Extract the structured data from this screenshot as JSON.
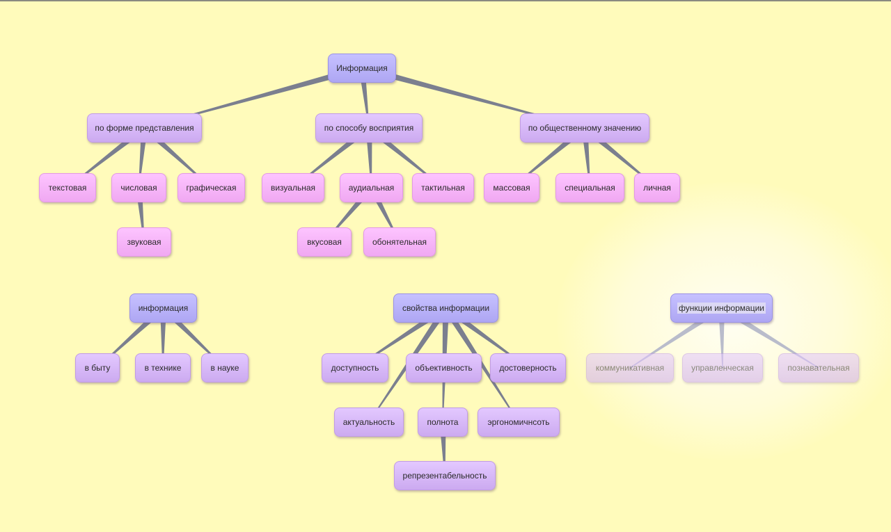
{
  "mindmap": {
    "nodes": [
      {
        "id": "root",
        "label": "Информация",
        "level": 0
      },
      {
        "id": "form",
        "label": "по форме представления",
        "level": 1,
        "parent": "root"
      },
      {
        "id": "percep",
        "label": "по способу восприятия",
        "level": 1,
        "parent": "root"
      },
      {
        "id": "social",
        "label": "по общественному значению",
        "level": 1,
        "parent": "root"
      },
      {
        "id": "text",
        "label": "текстовая",
        "level": 2,
        "parent": "form"
      },
      {
        "id": "num",
        "label": "числовая",
        "level": 2,
        "parent": "form"
      },
      {
        "id": "graph",
        "label": "графическая",
        "level": 2,
        "parent": "form"
      },
      {
        "id": "sound",
        "label": "звуковая",
        "level": 2,
        "parent": "num"
      },
      {
        "id": "vis",
        "label": "визуальная",
        "level": 2,
        "parent": "percep"
      },
      {
        "id": "aud",
        "label": "аудиальная",
        "level": 2,
        "parent": "percep"
      },
      {
        "id": "tact",
        "label": "тактильная",
        "level": 2,
        "parent": "percep"
      },
      {
        "id": "taste",
        "label": "вкусовая",
        "level": 2,
        "parent": "aud"
      },
      {
        "id": "smell",
        "label": "обонятельная",
        "level": 2,
        "parent": "aud"
      },
      {
        "id": "mass",
        "label": "массовая",
        "level": 2,
        "parent": "social"
      },
      {
        "id": "spec",
        "label": "специальная",
        "level": 2,
        "parent": "social"
      },
      {
        "id": "pers",
        "label": "личная",
        "level": 2,
        "parent": "social"
      },
      {
        "id": "info2",
        "label": "информация",
        "level": 0
      },
      {
        "id": "life",
        "label": "в быту",
        "level": 1,
        "parent": "info2"
      },
      {
        "id": "tech",
        "label": "в технике",
        "level": 1,
        "parent": "info2"
      },
      {
        "id": "sci",
        "label": "в науке",
        "level": 1,
        "parent": "info2"
      },
      {
        "id": "props",
        "label": "свойства информации",
        "level": 0
      },
      {
        "id": "avail",
        "label": "доступность",
        "level": 1,
        "parent": "props"
      },
      {
        "id": "obj",
        "label": "объективность",
        "level": 1,
        "parent": "props"
      },
      {
        "id": "rel",
        "label": "достоверность",
        "level": 1,
        "parent": "props"
      },
      {
        "id": "act",
        "label": "актуальность",
        "level": 1,
        "parent": "props"
      },
      {
        "id": "full",
        "label": "полнота",
        "level": 1,
        "parent": "props"
      },
      {
        "id": "ergo",
        "label": "эргономичнсоть",
        "level": 1,
        "parent": "props"
      },
      {
        "id": "repr",
        "label": "репрезентабельность",
        "level": 1,
        "parent": "full"
      },
      {
        "id": "func",
        "label": "функции информации",
        "level": 0
      },
      {
        "id": "comm",
        "label": "коммуникативная",
        "level": 1,
        "parent": "func"
      },
      {
        "id": "mgmt",
        "label": "управленческая",
        "level": 1,
        "parent": "func"
      },
      {
        "id": "cogn",
        "label": "познавательная",
        "level": 1,
        "parent": "func"
      }
    ],
    "colors": {
      "edge": "#7b7f8f",
      "edge_faded": "#b9bccb",
      "background": "#fffbbb"
    }
  }
}
